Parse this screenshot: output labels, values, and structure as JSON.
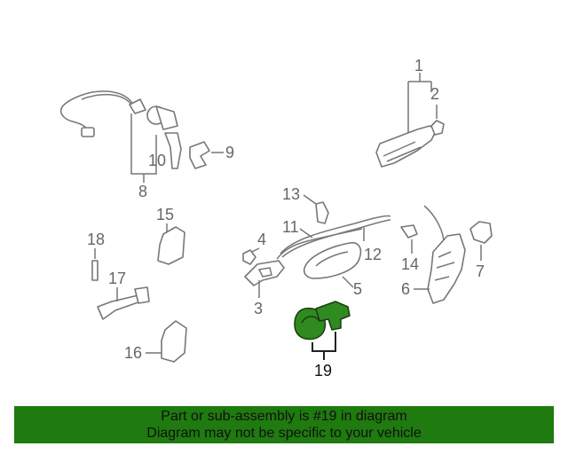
{
  "callouts": {
    "c1": "1",
    "c2": "2",
    "c3": "3",
    "c4": "4",
    "c5": "5",
    "c6": "6",
    "c7": "7",
    "c8": "8",
    "c9": "9",
    "c10": "10",
    "c11": "11",
    "c12": "12",
    "c13": "13",
    "c14": "14",
    "c15": "15",
    "c16": "16",
    "c17": "17",
    "c18": "18",
    "c19": "19"
  },
  "highlighted_part": "19",
  "colors": {
    "banner": "#1f7a0f",
    "highlight_part": "#2f8a1f"
  },
  "banner": {
    "line1": "Part or sub-assembly is #19 in diagram",
    "line2": "Diagram may not be specific to your vehicle"
  }
}
